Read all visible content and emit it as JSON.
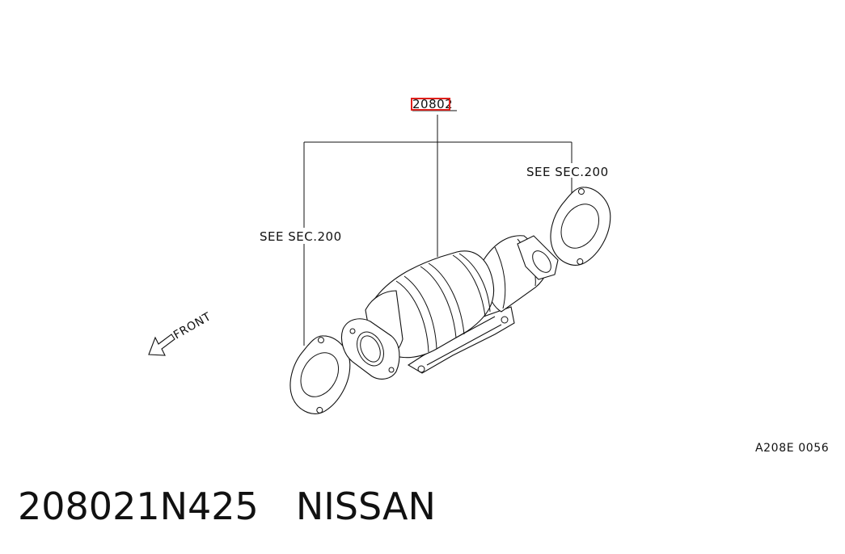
{
  "diagram": {
    "part_callout": "20802",
    "see_section_left": "SEE SEC.200",
    "see_section_right": "SEE SEC.200",
    "front_label": "FRONT",
    "illustration_code": "A208E 0056",
    "highlight_color": "#e0201c"
  },
  "caption": {
    "part_number": "208021N425",
    "brand": "NISSAN"
  }
}
